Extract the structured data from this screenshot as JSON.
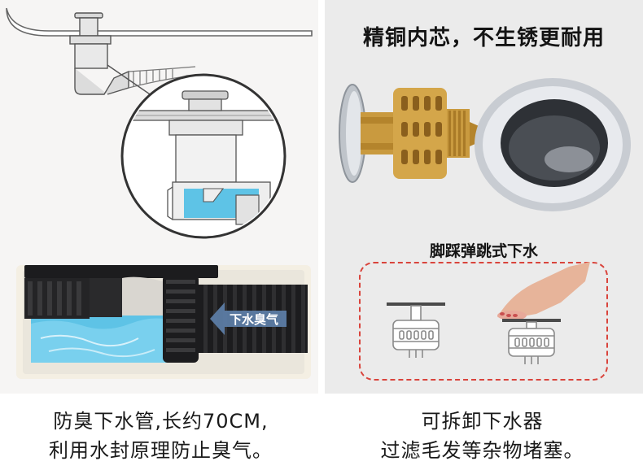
{
  "left": {
    "odor_label": "下水臭气",
    "caption_line1": "防臭下水管,长约70CM,",
    "caption_line2": "利用水封原理防止臭气。"
  },
  "right": {
    "heading": "精铜内芯，不生锈更耐用",
    "trap_label": "脚踩弹跳式下水",
    "caption_line1": "可拆卸下水器",
    "caption_line2": "过滤毛发等杂物堵塞。"
  },
  "colors": {
    "accent_red": "#d9443c",
    "water_blue": "#5ec3e6",
    "brass": "#c99a3f",
    "chrome": "#c8ccd2",
    "pipe_black": "#1c1c1e",
    "arrow_blue": "#5d7fa8"
  },
  "icons": [
    "sink-drain-diagram",
    "magnifier-circle",
    "water-seal-photo",
    "brass-core-photo",
    "chrome-ring-photo",
    "popup-drain-closed",
    "popup-drain-open-foot",
    "arrow-left-icon"
  ]
}
